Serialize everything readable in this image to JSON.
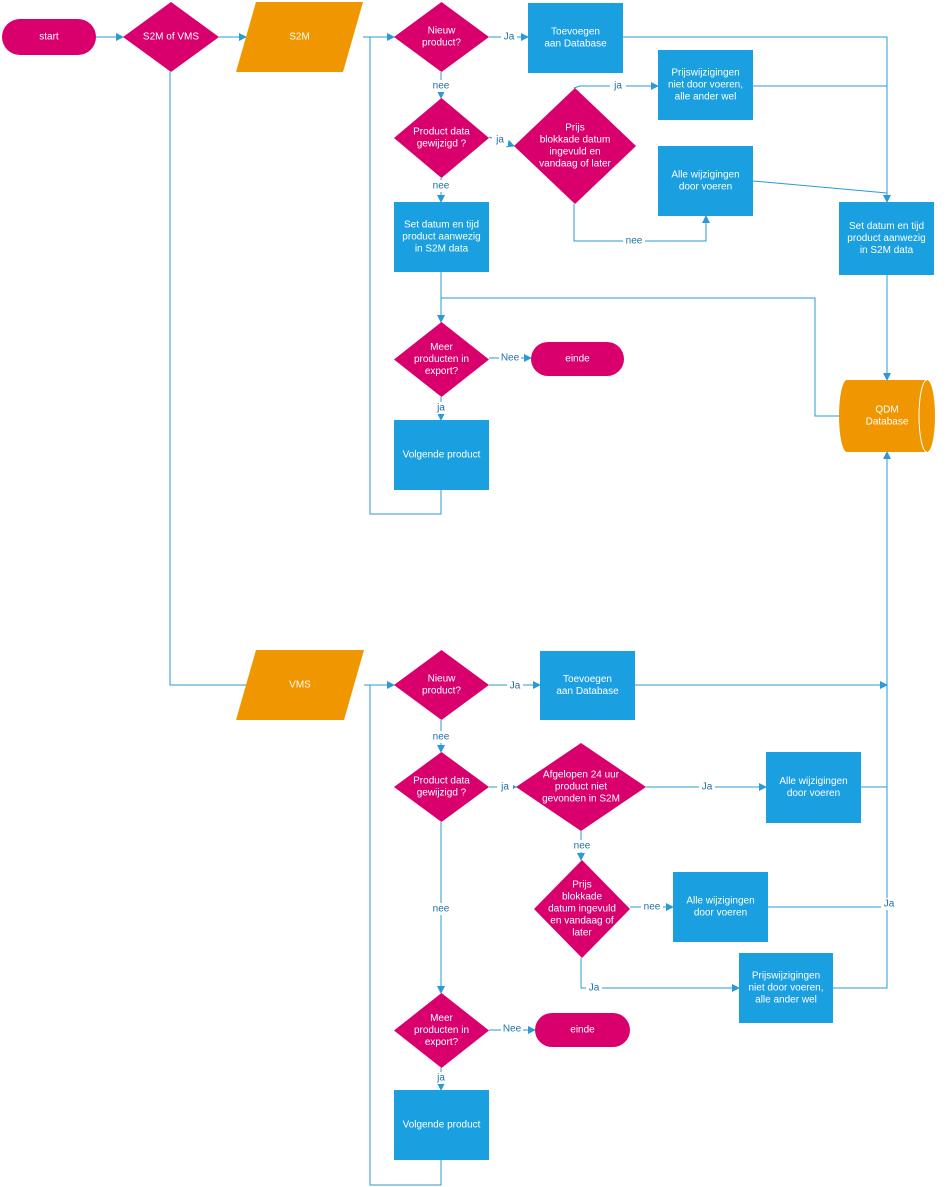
{
  "colors": {
    "terminator": "#d9006e",
    "decision": "#d9006e",
    "process": "#1a9fe0",
    "io": "#ef9600",
    "database": "#ef9600",
    "connector": "#2a9bd6",
    "edge_label": "#1d6fa6"
  },
  "nodes": [
    {
      "id": "start",
      "shape": "terminator",
      "lines": [
        "start"
      ]
    },
    {
      "id": "s2m_or_vms",
      "shape": "decision",
      "lines": [
        "S2M of VMS"
      ]
    },
    {
      "id": "s2m",
      "shape": "io",
      "lines": [
        "S2M"
      ]
    },
    {
      "id": "s2m_nieuw",
      "shape": "decision",
      "lines": [
        "Nieuw",
        "product?"
      ]
    },
    {
      "id": "s2m_toevoegen",
      "shape": "process",
      "lines": [
        "Toevoegen",
        "aan Database"
      ]
    },
    {
      "id": "s2m_prijswijz",
      "shape": "process",
      "lines": [
        "Prijswijzigingen",
        "niet door voeren,",
        "alle ander wel"
      ]
    },
    {
      "id": "s2m_gewijzigd",
      "shape": "decision",
      "lines": [
        "Product data",
        "gewijzigd ?"
      ]
    },
    {
      "id": "s2m_prijs_blokkade",
      "shape": "decision",
      "lines": [
        "Prijs",
        "blokkade datum",
        "ingevuld en",
        "vandaag of later"
      ]
    },
    {
      "id": "s2m_alle_wijz",
      "shape": "process",
      "lines": [
        "Alle wijzigingen",
        "door voeren"
      ]
    },
    {
      "id": "s2m_set_datum",
      "shape": "process",
      "lines": [
        "Set datum en tijd",
        "product aanwezig",
        "in S2M data"
      ]
    },
    {
      "id": "set_datum_right",
      "shape": "process",
      "lines": [
        "Set datum en tijd",
        "product aanwezig",
        "in S2M data"
      ]
    },
    {
      "id": "s2m_meer",
      "shape": "decision",
      "lines": [
        "Meer",
        "producten in",
        "export?"
      ]
    },
    {
      "id": "s2m_einde",
      "shape": "terminator",
      "lines": [
        "einde"
      ]
    },
    {
      "id": "s2m_volgende",
      "shape": "process",
      "lines": [
        "Volgende product"
      ]
    },
    {
      "id": "qdm_db",
      "shape": "database",
      "lines": [
        "QDM",
        "Database"
      ]
    },
    {
      "id": "vms",
      "shape": "io",
      "lines": [
        "VMS"
      ]
    },
    {
      "id": "vms_nieuw",
      "shape": "decision",
      "lines": [
        "Nieuw",
        "product?"
      ]
    },
    {
      "id": "vms_toevoegen",
      "shape": "process",
      "lines": [
        "Toevoegen",
        "aan Database"
      ]
    },
    {
      "id": "vms_gewijzigd",
      "shape": "decision",
      "lines": [
        "Product data",
        "gewijzigd ?"
      ]
    },
    {
      "id": "vms_afgelopen",
      "shape": "decision",
      "lines": [
        "Afgelopen 24 uur",
        "product niet",
        "gevonden in S2M"
      ]
    },
    {
      "id": "vms_alle_wijz_1",
      "shape": "process",
      "lines": [
        "Alle wijzigingen",
        "door voeren"
      ]
    },
    {
      "id": "vms_prijs_blokkade",
      "shape": "decision",
      "lines": [
        "Prijs",
        "blokkade",
        "datum ingevuld",
        "en vandaag of",
        "later"
      ]
    },
    {
      "id": "vms_alle_wijz_2",
      "shape": "process",
      "lines": [
        "Alle wijzigingen",
        "door voeren"
      ]
    },
    {
      "id": "vms_prijswijz",
      "shape": "process",
      "lines": [
        "Prijswijzigingen",
        "niet door voeren,",
        "alle ander wel"
      ]
    },
    {
      "id": "vms_meer",
      "shape": "decision",
      "lines": [
        "Meer",
        "producten in",
        "export?"
      ]
    },
    {
      "id": "vms_einde",
      "shape": "terminator",
      "lines": [
        "einde"
      ]
    },
    {
      "id": "vms_volgende",
      "shape": "process",
      "lines": [
        "Volgende product"
      ]
    }
  ],
  "edge_labels": [
    {
      "id": "s2m_nieuw_ja",
      "text": "Ja"
    },
    {
      "id": "s2m_nieuw_nee",
      "text": "nee"
    },
    {
      "id": "s2m_gewijzigd_ja",
      "text": "ja"
    },
    {
      "id": "s2m_blokkade_ja",
      "text": "ja"
    },
    {
      "id": "s2m_gewijzigd_nee",
      "text": "nee"
    },
    {
      "id": "s2m_blokkade_nee",
      "text": "nee"
    },
    {
      "id": "s2m_meer_nee",
      "text": "Nee"
    },
    {
      "id": "s2m_meer_ja",
      "text": "ja"
    },
    {
      "id": "vms_nieuw_ja",
      "text": "Ja"
    },
    {
      "id": "vms_nieuw_nee",
      "text": "nee"
    },
    {
      "id": "vms_gewijzigd_ja",
      "text": "ja"
    },
    {
      "id": "vms_afgelopen_ja",
      "text": "Ja"
    },
    {
      "id": "vms_afgelopen_nee",
      "text": "nee"
    },
    {
      "id": "vms_gewijzigd_nee",
      "text": "nee"
    },
    {
      "id": "vms_blokkade_nee",
      "text": "nee"
    },
    {
      "id": "vms_blokkade_ja",
      "text": "Ja"
    },
    {
      "id": "vms_right_ja",
      "text": "Ja"
    },
    {
      "id": "vms_meer_nee",
      "text": "Nee"
    },
    {
      "id": "vms_meer_ja",
      "text": "ja"
    }
  ]
}
